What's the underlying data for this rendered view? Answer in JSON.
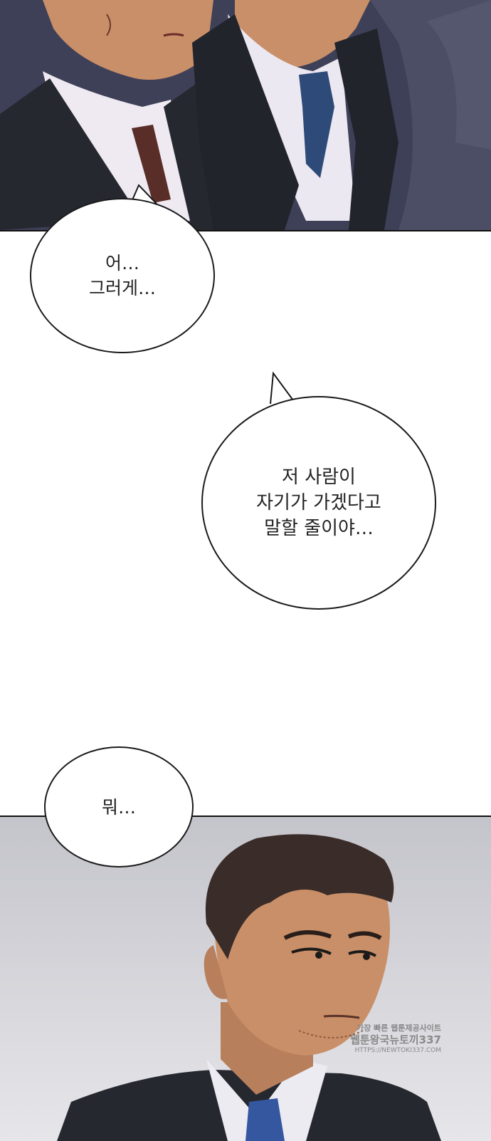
{
  "bubbles": [
    {
      "text": "어…\n그러게…"
    },
    {
      "text": "저 사람이\n자기가 가겠다고\n말할 줄이야…"
    },
    {
      "text": "뭐…"
    }
  ],
  "watermark": {
    "line1": "가장 빠른 웹툰제공사이트",
    "line2": "웹툰왕국뉴토끼337",
    "line3": "HTTPS://NEWTOKI337.COM"
  },
  "colors": {
    "background": "#ffffff",
    "top_panel_bg": "#3d3f55",
    "bottom_panel_bg": "#cfcfd6",
    "suit": "#262830",
    "skin": "#c98f68"
  }
}
